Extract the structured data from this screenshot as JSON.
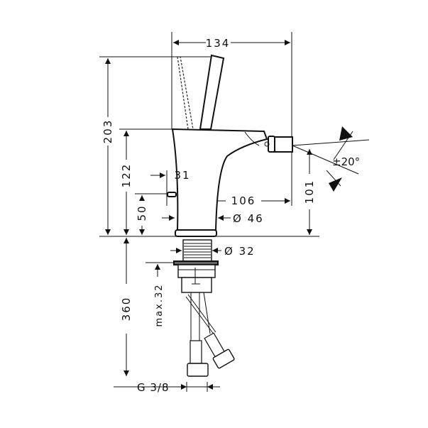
{
  "drawing": {
    "dimensions": {
      "width_total": "134",
      "height_total": "203",
      "height_body": "122",
      "height_button": "50",
      "offset_button": "31",
      "spout_reach": "106",
      "base_diameter": "Ø 46",
      "spout_height": "101",
      "spout_angle": "±20°",
      "shank_diameter": "Ø 32",
      "counter_thickness": "max.32",
      "hose_length": "360",
      "connection_thread": "G 3/8"
    },
    "colors": {
      "line": "#111111",
      "background": "#ffffff"
    }
  }
}
